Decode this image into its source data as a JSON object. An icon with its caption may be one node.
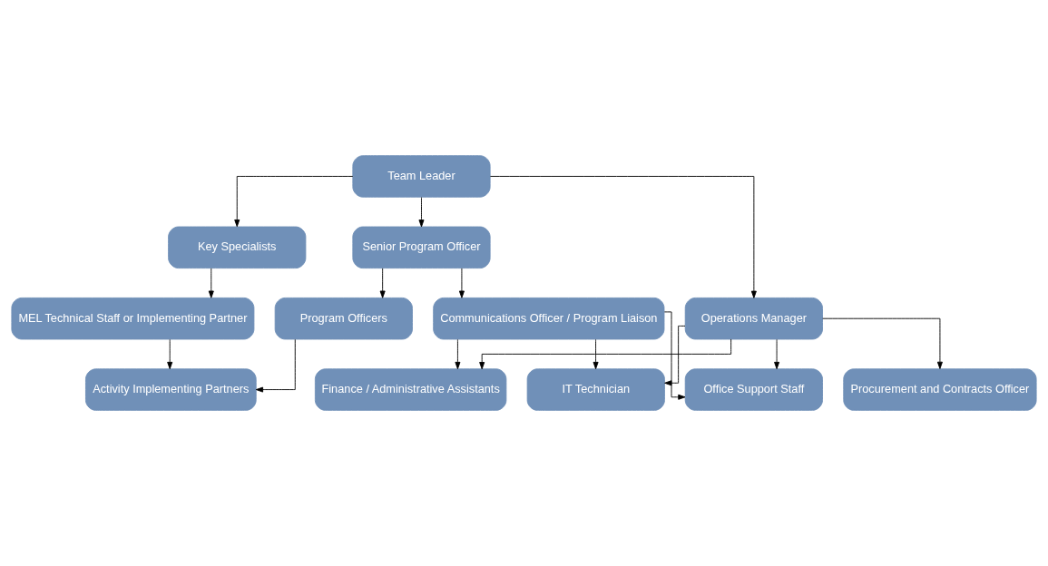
{
  "diagram": {
    "nodes": [
      {
        "text": [
          "Team Leader"
        ]
      },
      {
        "text": [
          "Senior Program Officer"
        ]
      },
      {
        "text": [
          "Operations Manager"
        ]
      },
      {
        "text": [
          "Key Specialists"
        ]
      },
      {
        "text": [
          "Program Officers"
        ]
      },
      {
        "text": [
          "Communications Officer / Program Liaison"
        ]
      },
      {
        "text": [
          "Procurement and Contracts Officer"
        ]
      },
      {
        "text": [
          "MEL Technical Staff or Implementing Partner"
        ]
      },
      {
        "text": [
          "IT Technician"
        ]
      },
      {
        "text": [
          "Office Support Staff"
        ]
      },
      {
        "text": [
          "Finance / Administrative Assistants"
        ]
      },
      {
        "text": [
          "Activity Implementing Partners"
        ]
      }
    ],
    "edges": [
      {
        "from": 0,
        "to": 1,
        "arrow": "to"
      },
      {
        "from": 0,
        "to": 2,
        "arrow": "to"
      },
      {
        "from": 0,
        "to": 3,
        "arrow": "to"
      },
      {
        "from": 1,
        "to": 4,
        "arrow": "to"
      },
      {
        "from": 1,
        "to": 5,
        "arrow": "to"
      },
      {
        "from": 2,
        "to": 6,
        "arrow": "to"
      },
      {
        "from": 3,
        "to": 7,
        "arrow": "to"
      },
      {
        "from": 5,
        "to": 8,
        "arrow": "to"
      },
      {
        "from": 5,
        "to": 9,
        "arrow": "to"
      },
      {
        "from": 5,
        "to": 10,
        "arrow": "to"
      },
      {
        "from": 2,
        "to": 8,
        "arrow": "to"
      },
      {
        "from": 2,
        "to": 9,
        "arrow": "to"
      },
      {
        "from": 2,
        "to": 10,
        "arrow": "to"
      },
      {
        "from": 4,
        "to": 11,
        "arrow": "to"
      },
      {
        "from": 7,
        "to": 11,
        "arrow": "to"
      }
    ]
  }
}
